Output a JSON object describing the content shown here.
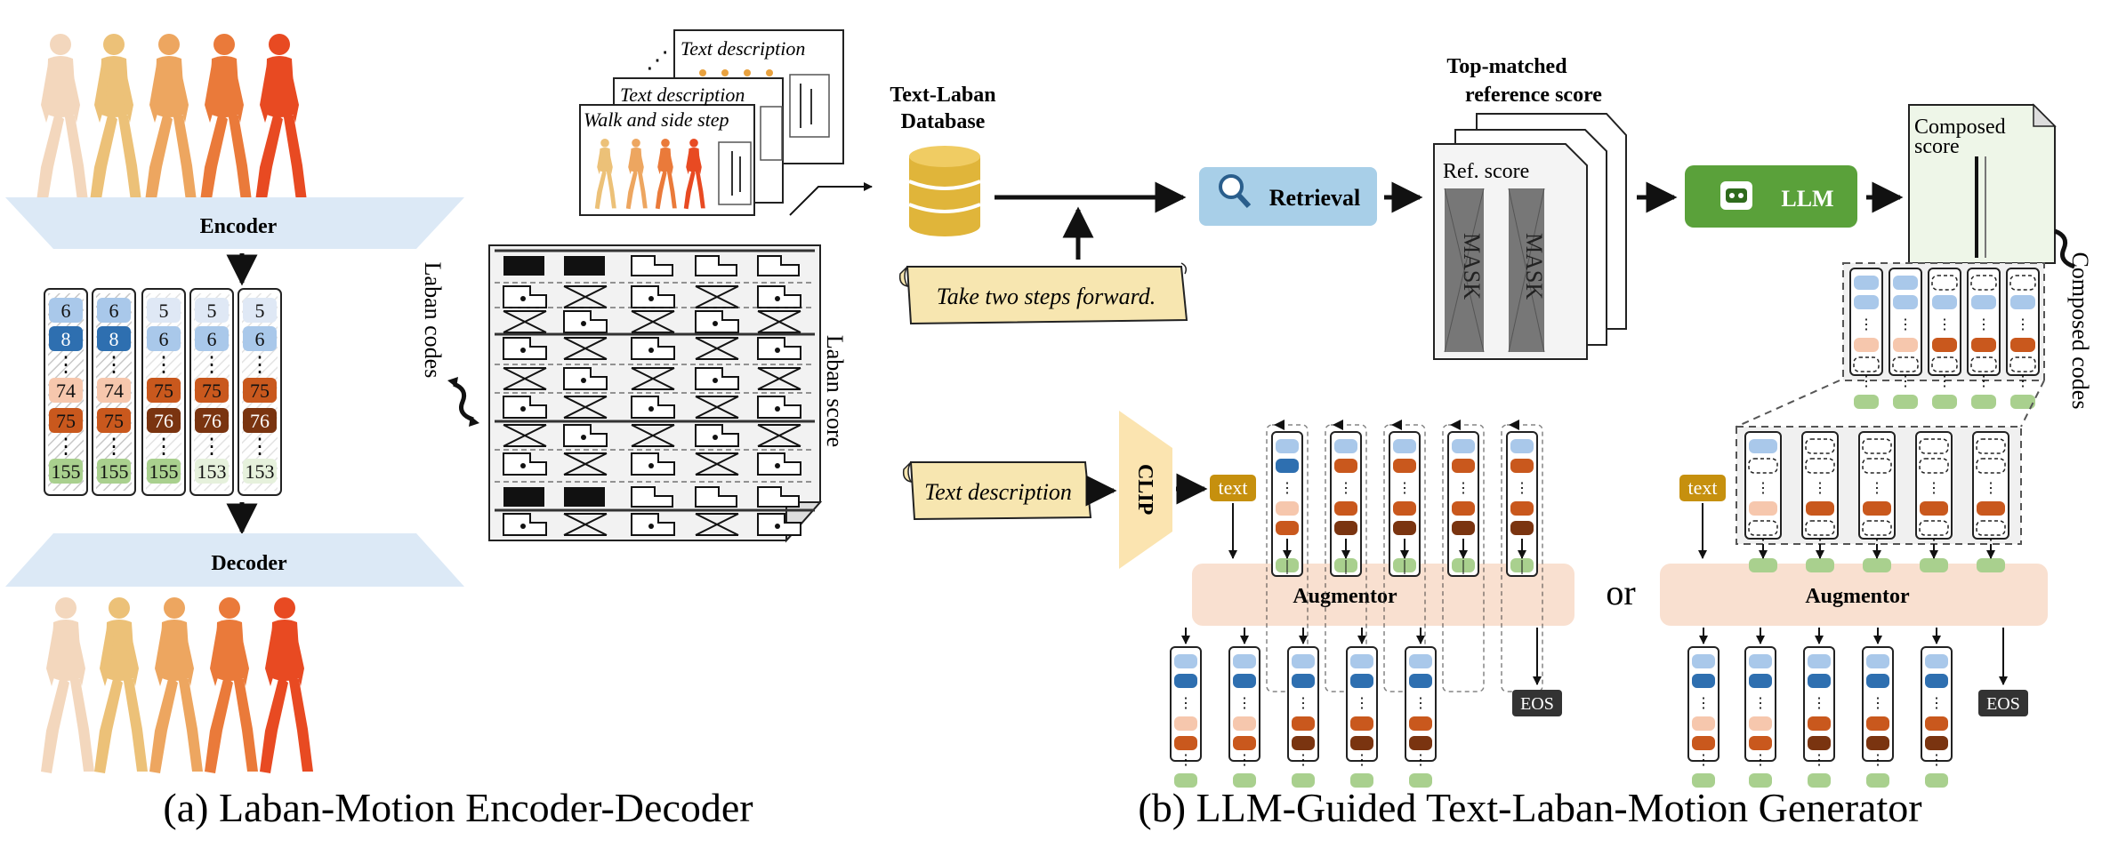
{
  "encoder_label": "Encoder",
  "decoder_label": "Decoder",
  "laban_codes_label": "Laban codes",
  "laban_score_label": "Laban score",
  "columns": [
    [
      "6",
      "8",
      "74",
      "75",
      "155"
    ],
    [
      "6",
      "8",
      "74",
      "75",
      "155"
    ],
    [
      "5",
      "6",
      "75",
      "76",
      "155"
    ],
    [
      "5",
      "6",
      "75",
      "76",
      "153"
    ],
    [
      "5",
      "6",
      "75",
      "76",
      "153"
    ]
  ],
  "ellipsis": "⋮",
  "stack_cards": [
    "Text description",
    "Text description",
    "Walk and side step"
  ],
  "stack_dots": "⋰",
  "database_label_line1": "Text-Laban",
  "database_label_line2": "Database",
  "scroll_top_text": "Take two steps forward.",
  "scroll_bottom_text": "Text description",
  "clip_label": "CLIP",
  "text_token": "text",
  "retrieval_label": "Retrieval",
  "topmatch_line1": "Top-matched",
  "topmatch_line2": "reference score",
  "ref_score_label": "Ref. score",
  "mask_label": "MASK",
  "llm_label": "LLM",
  "composed_score_line1": "Composed",
  "composed_score_line2": "score",
  "composed_codes_label": "Composed codes",
  "augmentor_label": "Augmentor",
  "or_label": "or",
  "eos_label": "EOS",
  "caption_a": "(a) Laban-Motion Encoder-Decoder",
  "caption_b": "(b) LLM-Guided Text-Laban-Motion Generator",
  "colors": {
    "lightblue": "#a9c8ea",
    "blue": "#2e6fb0",
    "peach": "#f6c7ad",
    "orange": "#c9581d",
    "brown": "#7a3410",
    "green": "#a9d08e",
    "banner": "#dce9f6",
    "augmentor": "#f9e0d0",
    "gold": "#e0b53a",
    "scroll": "#f7e6b0",
    "token": "#c6900e",
    "retrieval": "#a8cfe8",
    "llm": "#5aa13a",
    "clip": "#fbe4b0"
  }
}
